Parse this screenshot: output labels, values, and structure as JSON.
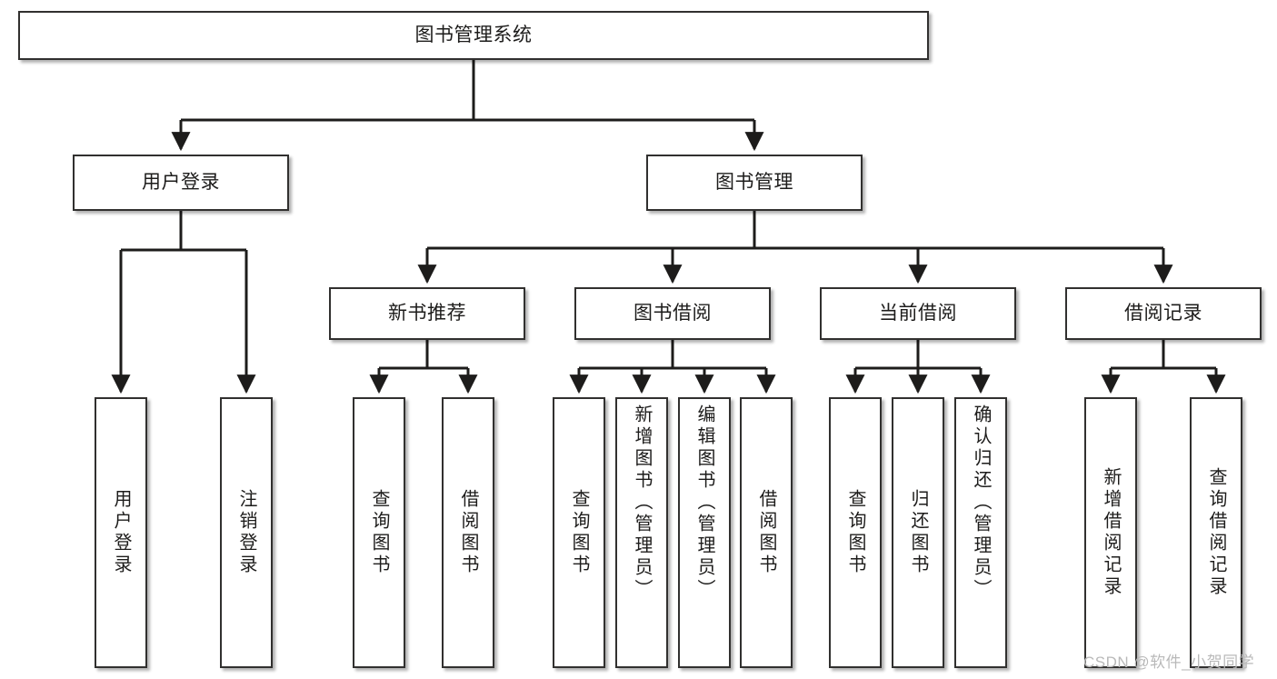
{
  "diagram": {
    "title": "图书管理系统",
    "type": "tree-hierarchy-chart",
    "watermark": "CSDN @软件_小贺同学",
    "colors": {
      "border": "#31302f",
      "fill": "#ffffff",
      "text": "#1d1c1b",
      "watermark": "#b9b9b9",
      "connector": "#1d1c1b"
    },
    "nodes": {
      "root": {
        "label": "图书管理系统"
      },
      "level2": [
        {
          "id": "user-login",
          "label": "用户登录"
        },
        {
          "id": "book-manage",
          "label": "图书管理"
        }
      ],
      "level3": [
        {
          "id": "new-book-recommend",
          "label": "新书推荐"
        },
        {
          "id": "book-borrow",
          "label": "图书借阅"
        },
        {
          "id": "current-borrow",
          "label": "当前借阅"
        },
        {
          "id": "borrow-record",
          "label": "借阅记录"
        }
      ],
      "leaves": [
        {
          "id": "leaf-user-login",
          "label": "用户登录",
          "parent": "user-login"
        },
        {
          "id": "leaf-logout",
          "label": "注销登录",
          "parent": "user-login"
        },
        {
          "id": "leaf-query-book-1",
          "label": "查询图书",
          "parent": "new-book-recommend"
        },
        {
          "id": "leaf-borrow-book-1",
          "label": "借阅图书",
          "parent": "new-book-recommend"
        },
        {
          "id": "leaf-query-book-2",
          "label": "查询图书",
          "parent": "book-borrow"
        },
        {
          "id": "leaf-add-book",
          "label": "新增图书（管理员）",
          "parent": "book-borrow"
        },
        {
          "id": "leaf-edit-book",
          "label": "编辑图书（管理员）",
          "parent": "book-borrow"
        },
        {
          "id": "leaf-borrow-book-2",
          "label": "借阅图书",
          "parent": "book-borrow"
        },
        {
          "id": "leaf-query-book-3",
          "label": "查询图书",
          "parent": "current-borrow"
        },
        {
          "id": "leaf-return-book",
          "label": "归还图书",
          "parent": "current-borrow"
        },
        {
          "id": "leaf-confirm-return",
          "label": "确认归还（管理员）",
          "parent": "current-borrow"
        },
        {
          "id": "leaf-add-record",
          "label": "新增借阅记录",
          "parent": "borrow-record"
        },
        {
          "id": "leaf-query-record",
          "label": "查询借阅记录",
          "parent": "borrow-record"
        }
      ]
    }
  }
}
